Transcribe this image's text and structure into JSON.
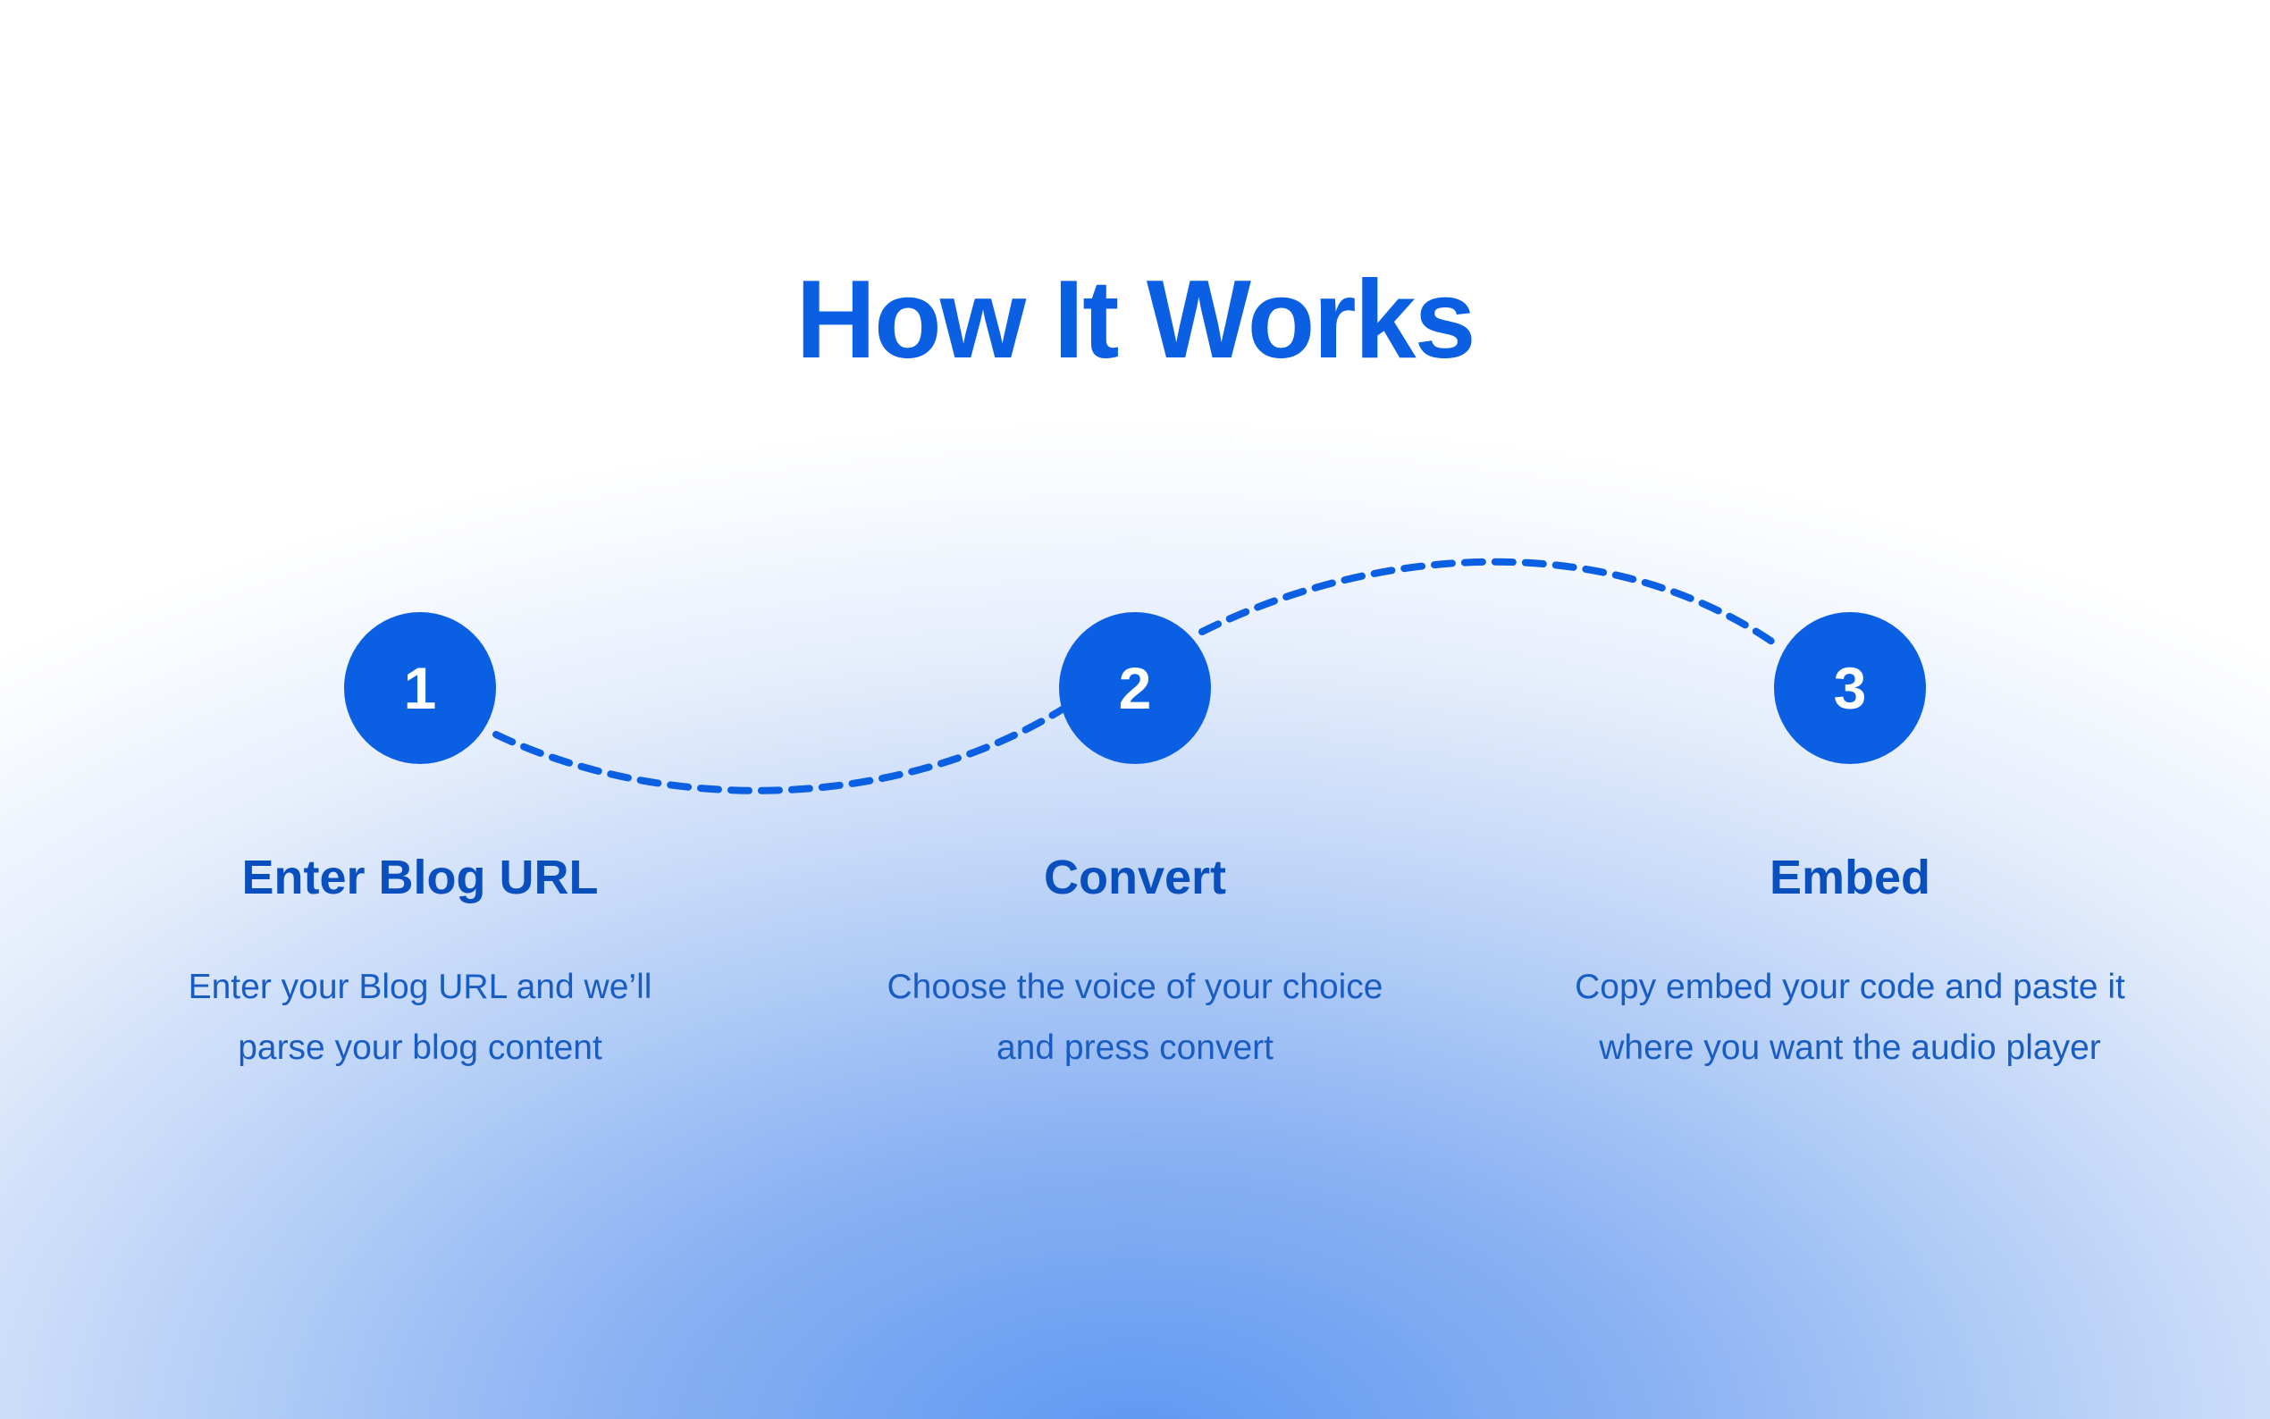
{
  "section": {
    "title": "How It Works",
    "accent_color": "#0a5fe3",
    "heading_color": "#0a4fbe",
    "text_color": "#1a5dc2"
  },
  "steps": [
    {
      "number": "1",
      "title": "Enter Blog URL",
      "description": "Enter your Blog URL and we’ll parse your blog content"
    },
    {
      "number": "2",
      "title": "Convert",
      "description": "Choose the voice of your choice and press convert"
    },
    {
      "number": "3",
      "title": "Embed",
      "description": "Copy embed your code and paste it where you want the audio player"
    }
  ]
}
